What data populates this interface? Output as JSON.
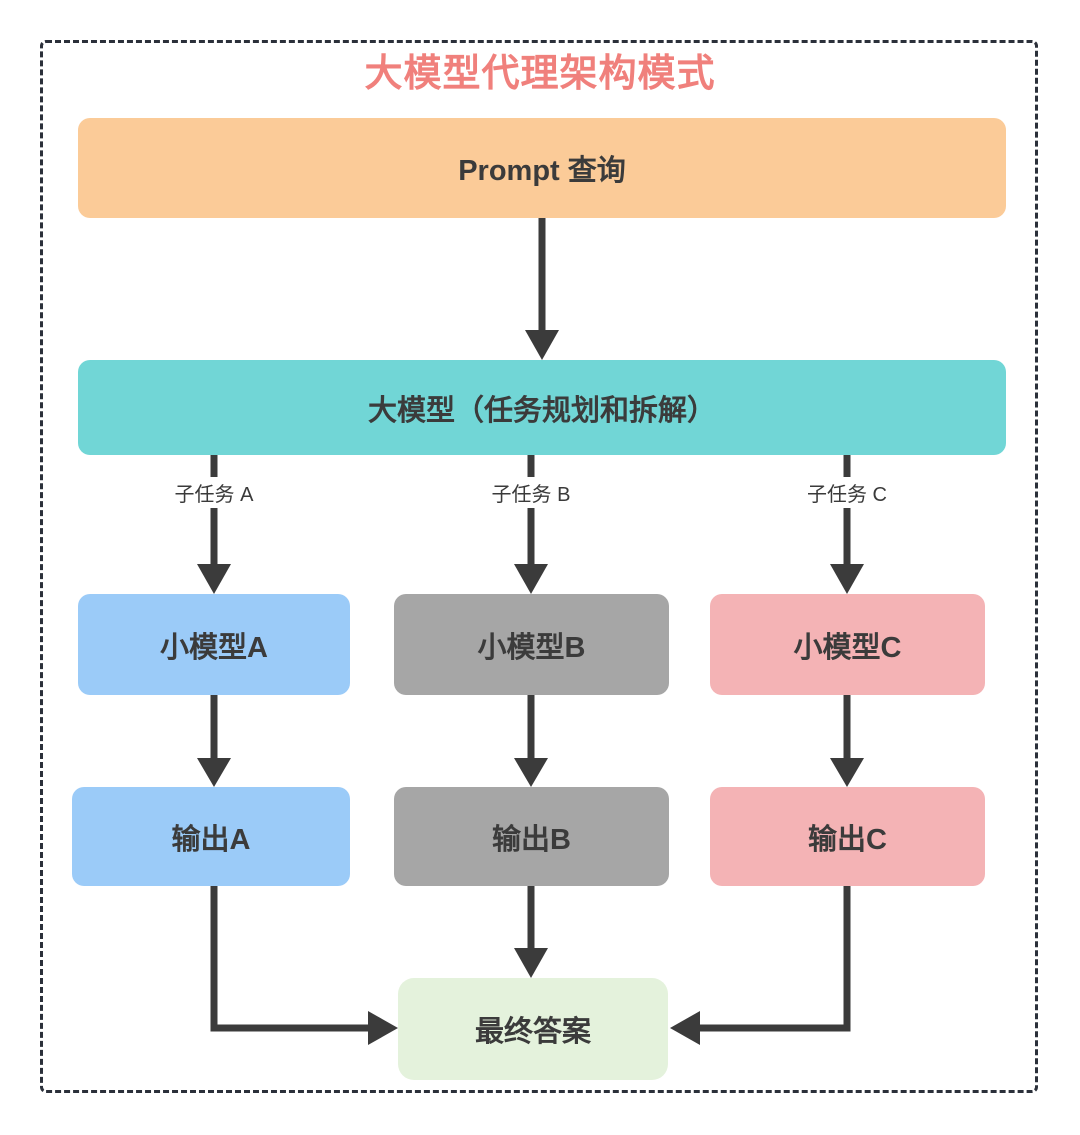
{
  "title": {
    "text": "大模型代理架构模式",
    "color": "#f0807c"
  },
  "nodes": {
    "prompt": {
      "label": "Prompt 查询",
      "bg": "#fbcb98"
    },
    "llm": {
      "label": "大模型（任务规划和拆解）",
      "bg": "#71d6d6"
    },
    "model_a": {
      "label": "小模型A",
      "bg": "#9bcbf8"
    },
    "model_b": {
      "label": "小模型B",
      "bg": "#a6a6a6"
    },
    "model_c": {
      "label": "小模型C",
      "bg": "#f4b3b5"
    },
    "output_a": {
      "label": "输出A",
      "bg": "#9bcbf8"
    },
    "output_b": {
      "label": "输出B",
      "bg": "#a6a6a6"
    },
    "output_c": {
      "label": "输出C",
      "bg": "#f4b3b5"
    },
    "final": {
      "label": "最终答案",
      "bg": "#e4f2dc"
    }
  },
  "edge_labels": {
    "subtask_a": "子任务 A",
    "subtask_b": "子任务 B",
    "subtask_c": "子任务 C"
  },
  "flow": [
    "Prompt 查询 -> 大模型（任务规划和拆解）",
    "大模型（任务规划和拆解） -> 小模型A (子任务 A)",
    "大模型（任务规划和拆解） -> 小模型B (子任务 B)",
    "大模型（任务规划和拆解） -> 小模型C (子任务 C)",
    "小模型A -> 输出A",
    "小模型B -> 输出B",
    "小模型C -> 输出C",
    "输出A -> 最终答案",
    "输出B -> 最终答案",
    "输出C -> 最终答案"
  ],
  "colors": {
    "arrow": "#3b3b3b",
    "frame_border": "#2b303a",
    "node_text": "#3b3b3b",
    "background": "#ffffff"
  }
}
